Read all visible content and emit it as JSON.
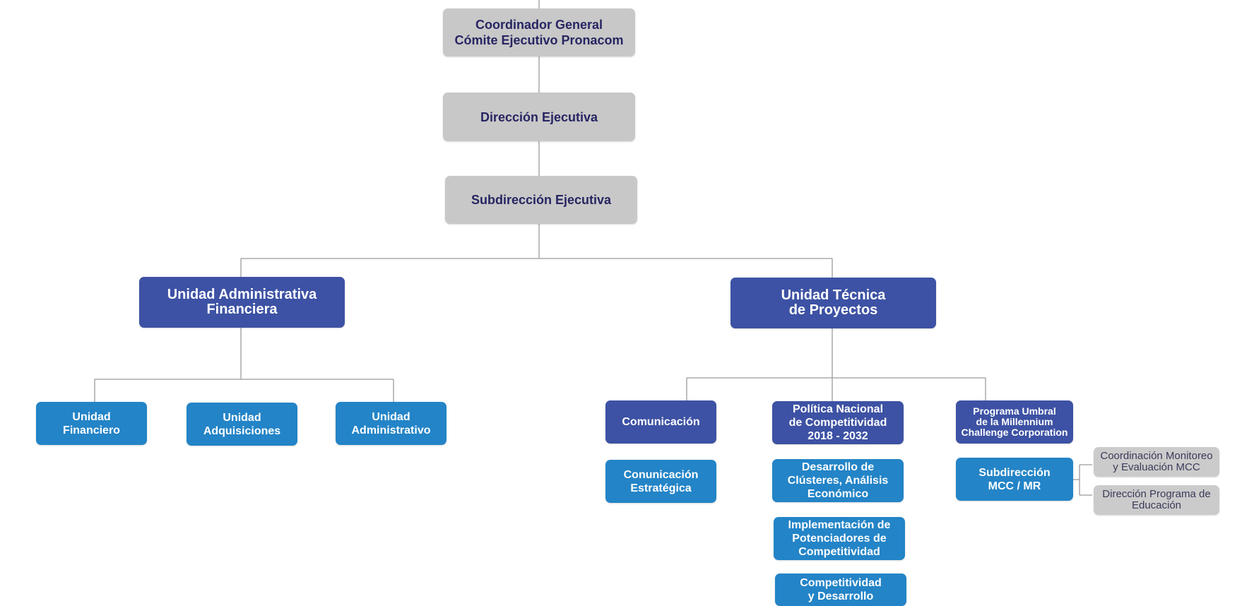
{
  "colors": {
    "top_box": "#c8c8c8",
    "top_text": "#272562",
    "unit_navy": "#3d52a4",
    "unit_blue": "#2384c7",
    "connector": "#9a9a9a"
  },
  "top": {
    "coordinador": "Coordinador General\nCómite Ejecutivo Pronacom",
    "direccion": "Dirección Ejecutiva",
    "subdireccion": "Subdirección Ejecutiva"
  },
  "admin": {
    "title": "Unidad Administrativa\nFinanciera",
    "children": [
      "Unidad\nFinanciero",
      "Unidad\nAdquisiciones",
      "Unidad\nAdministrativo"
    ]
  },
  "tecnica": {
    "title": "Unidad Técnica\nde Proyectos",
    "comunicacion": "Comunicación",
    "comunicacion_estrategica": "Conunicación\nEstratégica",
    "politica": "Política Nacional\nde Competitividad\n2018 - 2032",
    "politica_children": [
      "Desarrollo de\nClústeres, Análisis\nEconómico",
      "Implementación de\nPotenciadores de\nCompetitividad",
      "Competitividad\ny Desarrollo"
    ],
    "programa": "Programa Umbral\nde la Millennium\nChallenge Corporation",
    "subdireccion_mcc": "Subdirección\nMCC / MR",
    "mcc_children": [
      "Coordinación Monitoreo\ny Evaluación MCC",
      "Dirección Programa de\nEducación"
    ]
  }
}
